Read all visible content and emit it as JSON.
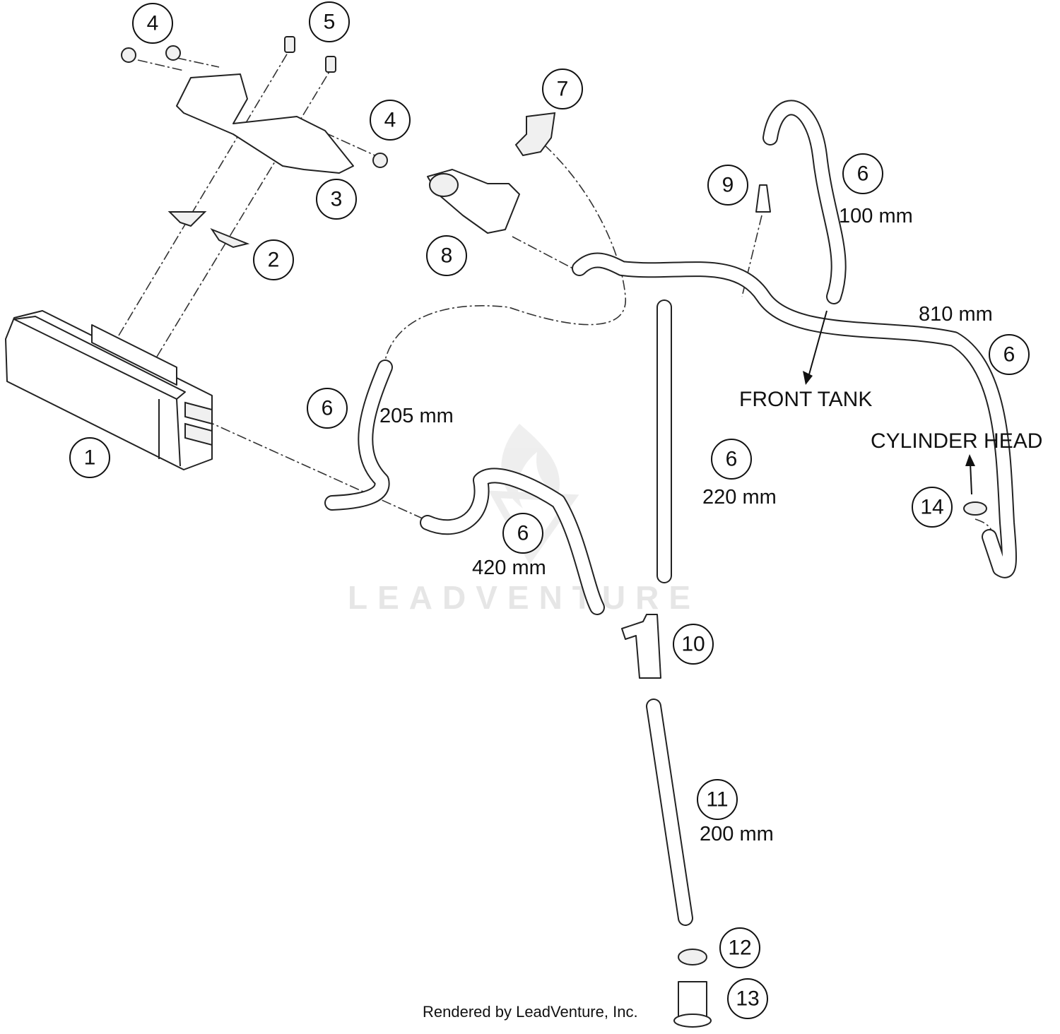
{
  "callouts": [
    {
      "label": "1"
    },
    {
      "label": "2"
    },
    {
      "label": "3"
    },
    {
      "label": "4"
    },
    {
      "label": "4"
    },
    {
      "label": "5"
    },
    {
      "label": "6"
    },
    {
      "label": "6"
    },
    {
      "label": "6"
    },
    {
      "label": "6"
    },
    {
      "label": "6"
    },
    {
      "label": "7"
    },
    {
      "label": "8"
    },
    {
      "label": "9"
    },
    {
      "label": "10"
    },
    {
      "label": "11"
    },
    {
      "label": "12"
    },
    {
      "label": "13"
    },
    {
      "label": "14"
    }
  ],
  "dimensions": {
    "hose_100": "100 mm",
    "hose_810": "810 mm",
    "hose_205": "205 mm",
    "hose_220": "220 mm",
    "hose_420": "420 mm",
    "hose_200": "200 mm"
  },
  "notes": {
    "front_tank": "FRONT TANK",
    "cylinder_head": "CYLINDER HEAD"
  },
  "watermark": "LEADVENTURE",
  "credit": "Rendered by LeadVenture, Inc."
}
